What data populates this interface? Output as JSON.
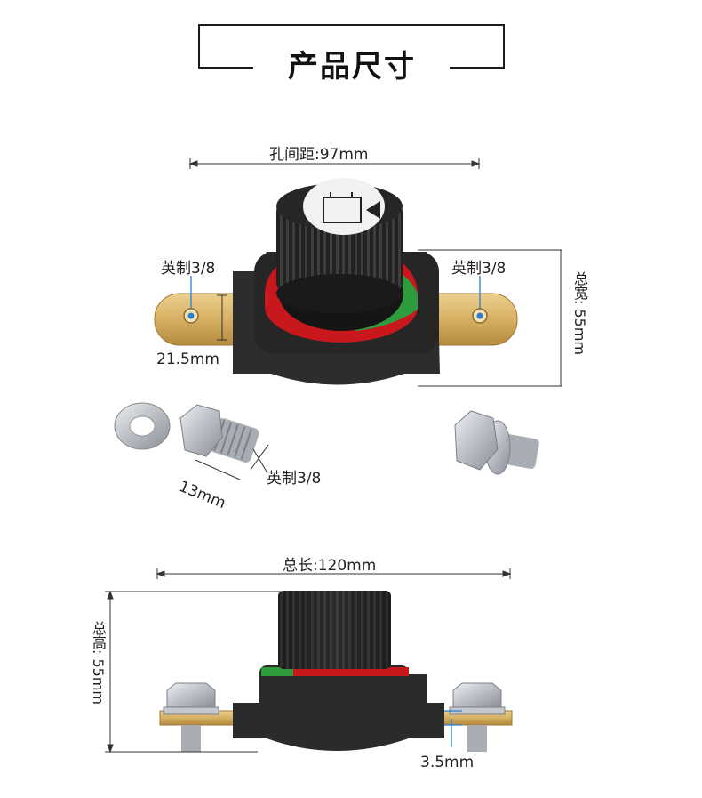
{
  "title": "产品尺寸",
  "dimensions": {
    "hole_spacing": "孔间距:97mm",
    "thread_left": "英制3/8",
    "thread_right": "英制3/8",
    "total_width": "总宽: 55mm",
    "terminal_width": "21.5mm",
    "bolt_thread": "英制3/8",
    "bolt_head": "13mm",
    "total_length": "总长:120mm",
    "total_height": "总高: 55mm",
    "plate_thickness": "3.5mm"
  },
  "colors": {
    "housing": "#2b2b2b",
    "knob": "#1c1c1c",
    "red_zone": "#c8171d",
    "green_zone": "#2e9b3c",
    "brass": "#d7b064",
    "steel": "#c9ccd1",
    "dim_line": "#333333"
  },
  "icons": {
    "knob_face": "battery-icon"
  }
}
